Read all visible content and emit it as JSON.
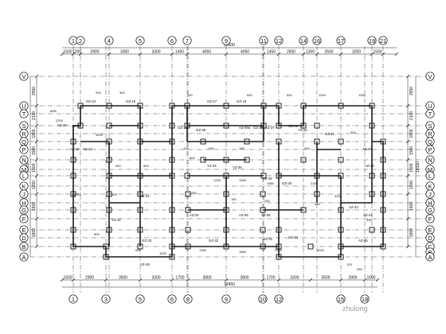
{
  "axes": {
    "top": [
      "1",
      "2",
      "4",
      "5",
      "6",
      "7",
      "9",
      "11",
      "12",
      "14",
      "16",
      "17",
      "19",
      "21"
    ],
    "bottom": [
      "1",
      "3",
      "5",
      "6",
      "8",
      "9",
      "10",
      "12",
      "15",
      "18"
    ],
    "left": [
      "V",
      "U",
      "T",
      "S",
      "R",
      "Q",
      "P",
      "N",
      "M",
      "L",
      "K",
      "J",
      "H",
      "G",
      "F",
      "E",
      "D",
      "B",
      "A"
    ],
    "right": [
      "V",
      "U",
      "T",
      "S",
      "R",
      "Q",
      "P",
      "N",
      "M",
      "L",
      "K",
      "J",
      "H",
      "G",
      "F",
      "E",
      "D",
      "C",
      "B",
      "A"
    ]
  },
  "dimensions": {
    "top_segments": [
      "1500",
      "1200",
      "2900",
      "3300",
      "3300",
      "1450",
      "4050",
      "4050",
      "1450",
      "2600",
      "1300",
      "2500",
      "3200",
      "1500"
    ],
    "top_total": "32600",
    "bottom_segments": [
      "1500",
      "2900",
      "3500",
      "3300",
      "1700",
      "3800",
      "3800",
      "1700",
      "3300",
      "3500",
      "2900",
      "1500"
    ],
    "bottom_total": "32450",
    "left_segments": [
      "3550",
      "2100",
      "1800",
      "1500",
      "1500",
      "1200",
      "1500",
      "1800"
    ],
    "left_total": "19150",
    "right_segments": [
      "3550",
      "2100",
      "1800",
      "1500",
      "1500",
      "1200",
      "1500",
      "1800"
    ],
    "right_total": "19150"
  },
  "column_labels": [
    "GZ-24",
    "GZ-16",
    "GZ-17",
    "GZ-18",
    "AZ-40",
    "AZ-08",
    "AZ-23",
    "GZ-37",
    "GZ-38",
    "AZ-09a",
    "GZ-37",
    "AZ-37",
    "GZ-42",
    "YZ-43",
    "GZ-11",
    "AZ-47",
    "AZ-19",
    "YZ-34",
    "YZ-36",
    "AZ-46",
    "YZ-39",
    "GZ-40",
    "AZ-01",
    "AZ-03",
    "AZ-04",
    "AZ-05",
    "AZ-06",
    "AZ-43",
    "AZ-44",
    "YZ-12",
    "GZ-33",
    "GZ-32",
    "GZ-31",
    "GZ-34",
    "AZ-45",
    "AZ-49"
  ],
  "dim_fixes": [
    "200",
    "300",
    "400",
    "500",
    "600",
    "1200",
    "1350",
    "1650",
    "2200",
    "3200",
    "125",
    "250",
    "150"
  ],
  "watermark": "zhulong"
}
